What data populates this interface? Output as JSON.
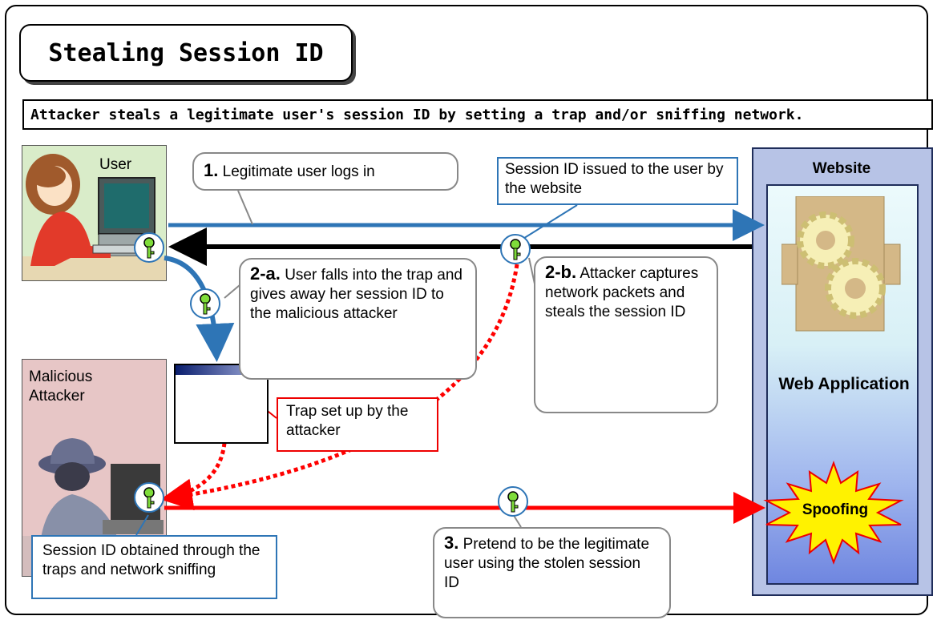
{
  "title": "Stealing Session ID",
  "subtitle": "Attacker steals a legitimate user's session ID by setting a trap and/or sniffing network.",
  "user": {
    "label": "User"
  },
  "attacker": {
    "label": "Malicious Attacker"
  },
  "website": {
    "label": "Website",
    "app_label": "Web Application",
    "spoof_label": "Spoofing"
  },
  "callouts": {
    "step1": {
      "num": "1.",
      "text": " Legitimate user logs in"
    },
    "issued": {
      "text": "Session ID issued to the user by the website"
    },
    "step2a": {
      "num": "2-a.",
      "text": " User falls into the trap and gives away her session ID to the malicious attacker"
    },
    "step2b": {
      "num": "2-b.",
      "text": " Attacker captures network packets and steals the session ID"
    },
    "trap": {
      "text": "Trap set up by the attacker"
    },
    "obtained": {
      "text": "Session ID obtained through the traps and network sniffing"
    },
    "step3": {
      "num": "3.",
      "text": " Pretend to be the legitimate user using the stolen session ID"
    }
  },
  "icons": {
    "key": "key-icon",
    "gears": "gears-icon",
    "user": "user-at-computer-icon",
    "attacker": "hooded-attacker-icon",
    "trap_window": "trap-window-icon"
  },
  "colors": {
    "login_arrow": "#2e75b6",
    "response_arrow": "#000000",
    "attack_arrow": "#ff0000",
    "key_green": "#7fdc3a"
  }
}
